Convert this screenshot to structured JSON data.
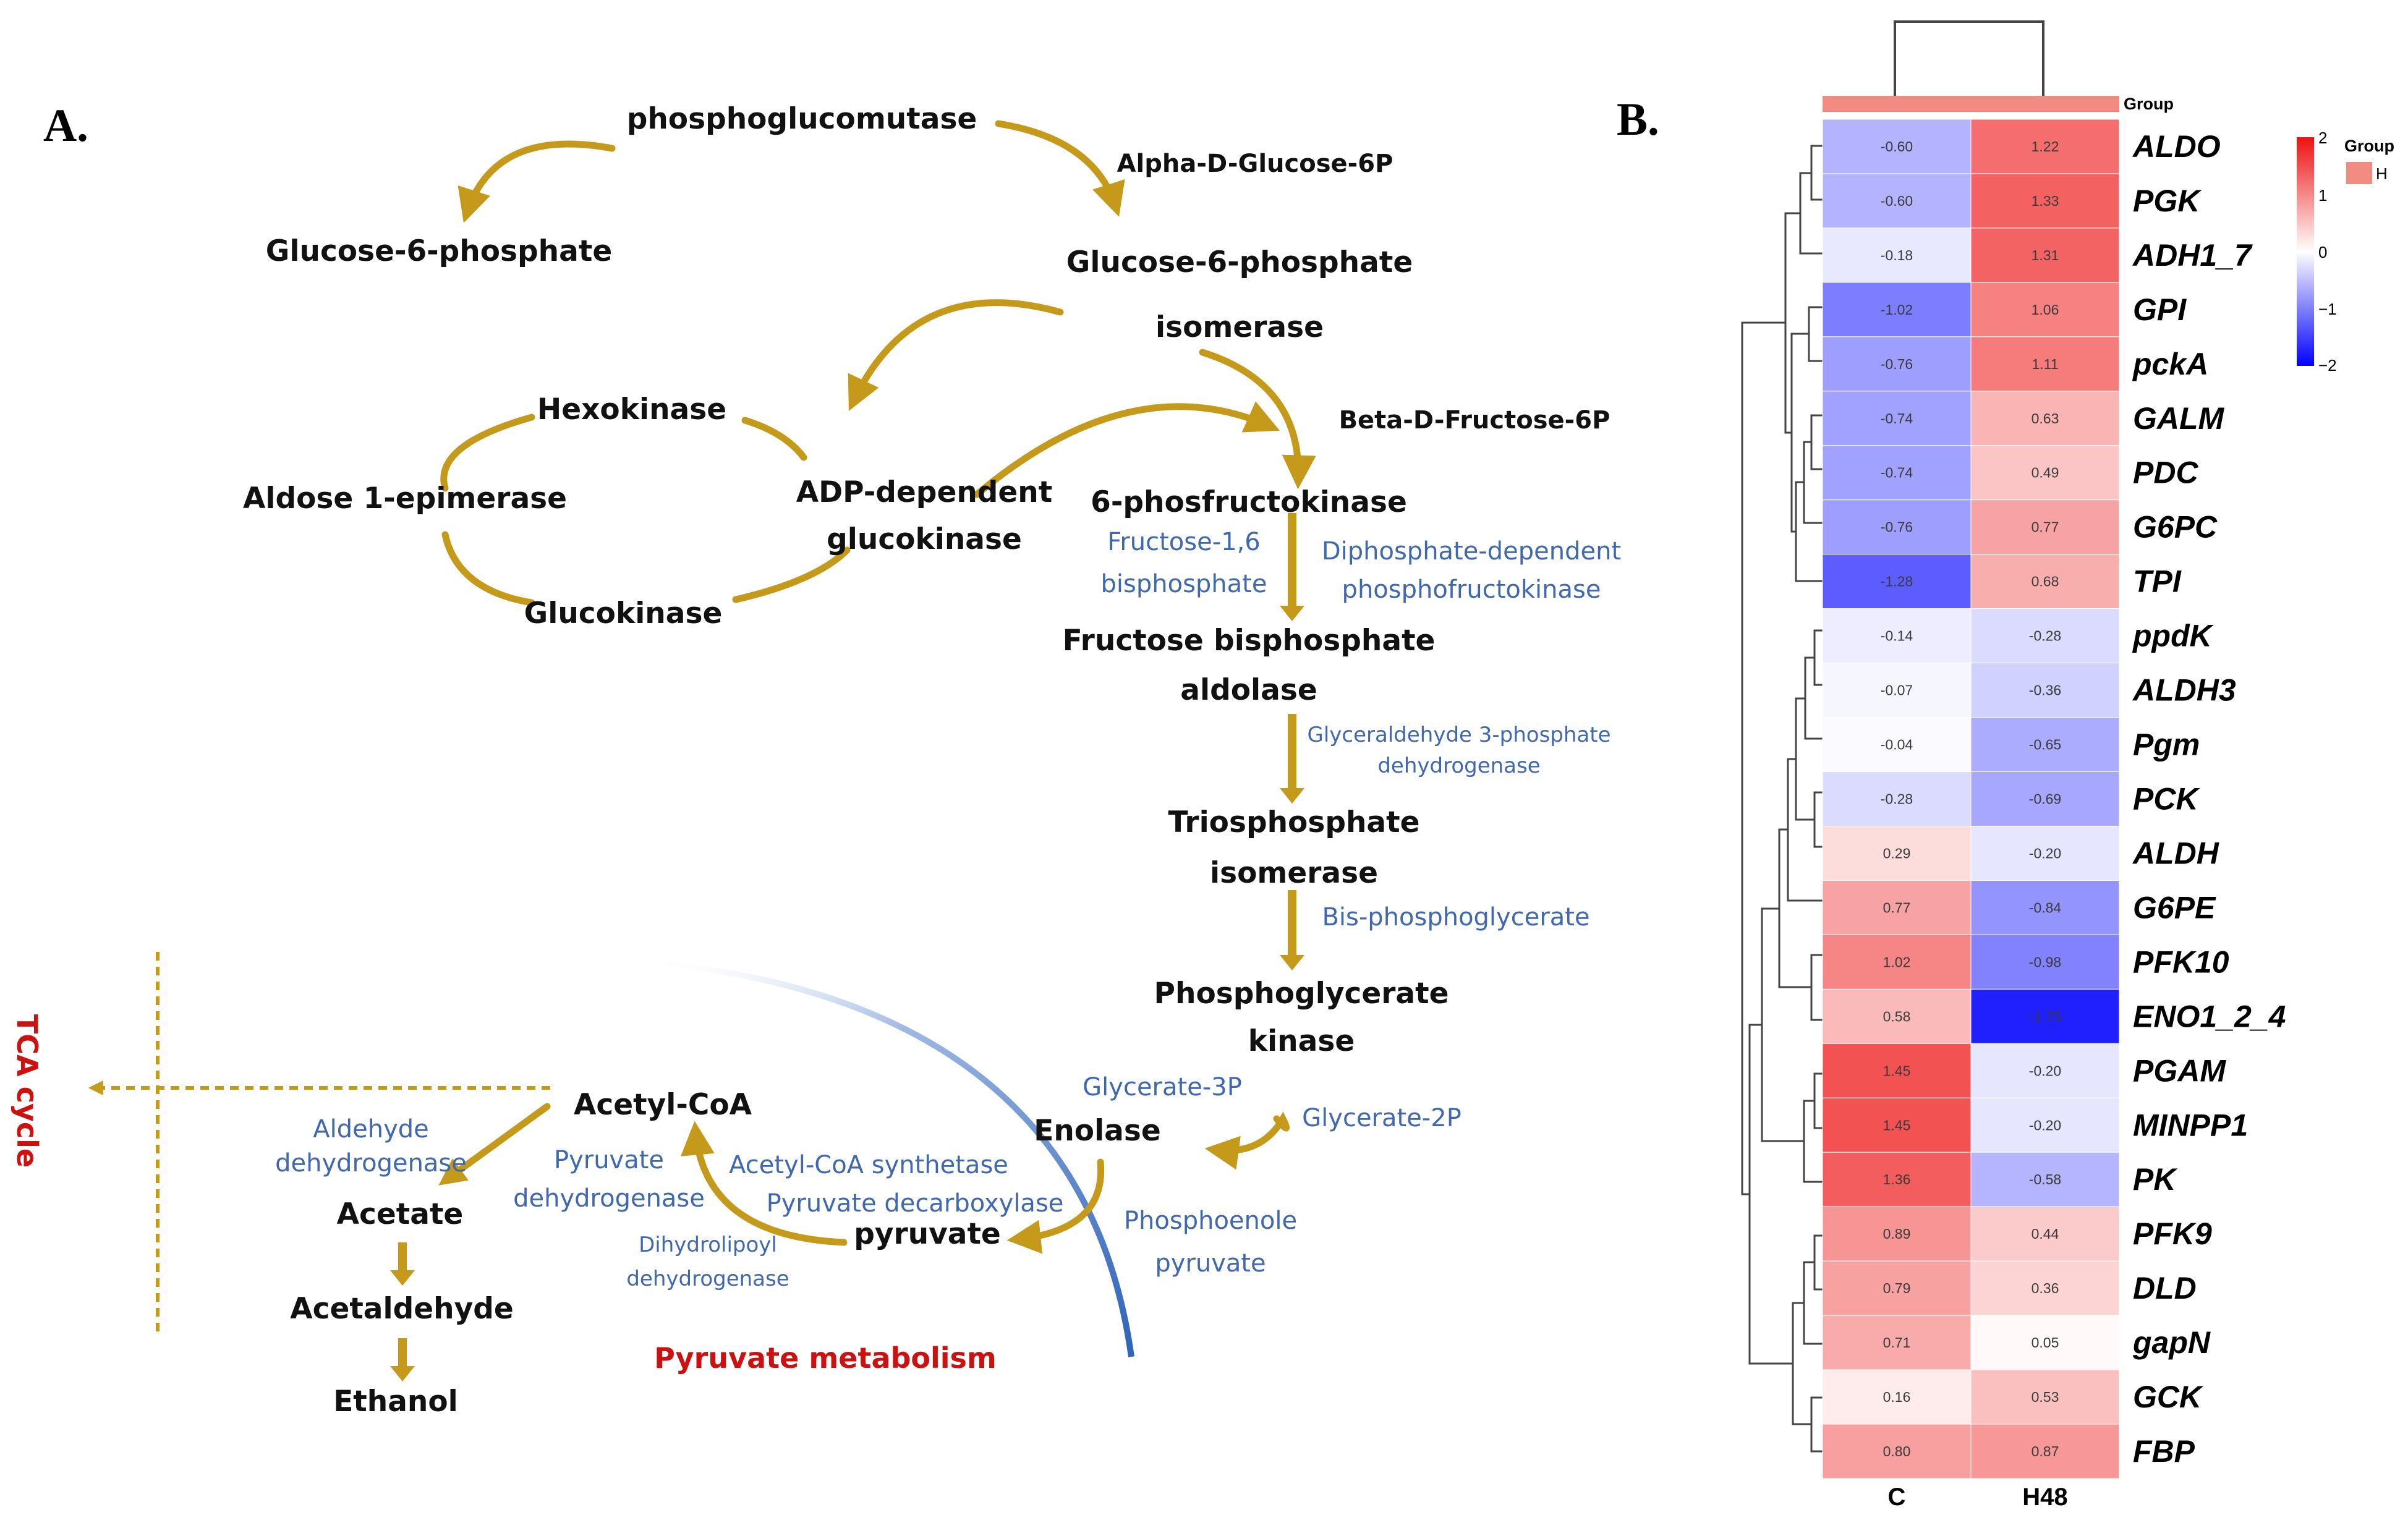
{
  "panel_a": {
    "label": "A.",
    "nodes": {
      "phosphoglucomutase": "phosphoglucomutase",
      "alpha_d_glucose_6p": "Alpha-D-Glucose-6P",
      "glucose6p_left": "Glucose-6-phosphate",
      "glucose6p_isomerase_1": "Glucose-6-phosphate",
      "glucose6p_isomerase_2": "isomerase",
      "hexokinase": "Hexokinase",
      "aldose_epimerase": "Aldose 1-epimerase",
      "glucokinase": "Glucokinase",
      "adp_gk_1": "ADP-dependent",
      "adp_gk_2": "glucokinase",
      "beta_d_fructose_6p": "Beta-D-Fructose-6P",
      "phosfructokinase": "6-phosfructokinase",
      "fructose16_1": "Fructose-1,6",
      "fructose16_2": "bisphosphate",
      "diphosphate_1": "Diphosphate-dependent",
      "diphosphate_2": "phosphofructokinase",
      "fba_1": "Fructose bisphosphate",
      "fba_2": "aldolase",
      "g3p_dh_1": "Glyceraldehyde 3-phosphate",
      "g3p_dh_2": "dehydrogenase",
      "tpi_1": "Triosphosphate",
      "tpi_2": "isomerase",
      "bis_pg": "Bis-phosphoglycerate",
      "pgk_1": "Phosphoglycerate",
      "pgk_2": "kinase",
      "glycerate_3p": "Glycerate-3P",
      "glycerate_2p": "Glycerate-2P",
      "enolase": "Enolase",
      "pep_1": "Phosphoenole",
      "pep_2": "pyruvate",
      "pyruvate": "pyruvate",
      "acetyl_coa": "Acetyl-CoA",
      "acetyl_coa_synthetase": "Acetyl-CoA synthetase",
      "pyruvate_decarboxylase": "Pyruvate decarboxylase",
      "pyruvate_dh_1": "Pyruvate",
      "pyruvate_dh_2": "dehydrogenase",
      "dihydrolipoyl_1": "Dihydrolipoyl",
      "dihydrolipoyl_2": "dehydrogenase",
      "aldehyde_dh_1": "Aldehyde",
      "aldehyde_dh_2": "dehydrogenase",
      "acetate": "Acetate",
      "acetaldehyde": "Acetaldehyde",
      "ethanol": "Ethanol",
      "tca": "TCA cycle",
      "pyruvate_metabolism": "Pyruvate metabolism"
    },
    "colors": {
      "arrow": "#c59a1a",
      "enzyme_blue": "#3f68b0",
      "highlight_red": "#cc1111",
      "arc": "#3f73c0"
    }
  },
  "panel_b": {
    "label": "B.",
    "group_label": "Group",
    "legend_title": "Group",
    "legend_item": "H",
    "columns": [
      "C",
      "H48"
    ],
    "color_scale": {
      "min": -2,
      "max": 2,
      "low": "#0000ff",
      "mid": "#ffffff",
      "high": "#ee1111",
      "ticks": [
        "2",
        "1",
        "0",
        "−1",
        "−2"
      ]
    }
  },
  "chart_data": {
    "type": "heatmap",
    "title": "",
    "columns": [
      "C",
      "H48"
    ],
    "rows": [
      {
        "gene": "ALDO",
        "values": [
          -0.6,
          1.22
        ],
        "labels": [
          "-0.60",
          "1.22"
        ]
      },
      {
        "gene": "PGK",
        "values": [
          -0.6,
          1.33
        ],
        "labels": [
          "-0.60",
          "1.33"
        ]
      },
      {
        "gene": "ADH1_7",
        "values": [
          -0.18,
          1.31
        ],
        "labels": [
          "-0.18",
          "1.31"
        ]
      },
      {
        "gene": "GPI",
        "values": [
          -1.02,
          1.06
        ],
        "labels": [
          "-1.02",
          "1.06"
        ]
      },
      {
        "gene": "pckA",
        "values": [
          -0.76,
          1.11
        ],
        "labels": [
          "-0.76",
          "1.11"
        ]
      },
      {
        "gene": "GALM",
        "values": [
          -0.74,
          0.63
        ],
        "labels": [
          "-0.74",
          "0.63"
        ]
      },
      {
        "gene": "PDC",
        "values": [
          -0.74,
          0.49
        ],
        "labels": [
          "-0.74",
          "0.49"
        ]
      },
      {
        "gene": "G6PC",
        "values": [
          -0.76,
          0.77
        ],
        "labels": [
          "-0.76",
          "0.77"
        ]
      },
      {
        "gene": "TPI",
        "values": [
          -1.28,
          0.68
        ],
        "labels": [
          "-1.28",
          "0.68"
        ]
      },
      {
        "gene": "ppdK",
        "values": [
          -0.14,
          -0.28
        ],
        "labels": [
          "-0.14",
          "-0.28"
        ]
      },
      {
        "gene": "ALDH3",
        "values": [
          -0.07,
          -0.36
        ],
        "labels": [
          "-0.07",
          "-0.36"
        ]
      },
      {
        "gene": "Pgm",
        "values": [
          -0.04,
          -0.65
        ],
        "labels": [
          "-0.04",
          "-0.65"
        ]
      },
      {
        "gene": "PCK",
        "values": [
          -0.28,
          -0.69
        ],
        "labels": [
          "-0.28",
          "-0.69"
        ]
      },
      {
        "gene": "ALDH",
        "values": [
          0.29,
          -0.2
        ],
        "labels": [
          "0.29",
          "-0.20"
        ]
      },
      {
        "gene": "G6PE",
        "values": [
          0.77,
          -0.84
        ],
        "labels": [
          "0.77",
          "-0.84"
        ]
      },
      {
        "gene": "PFK10",
        "values": [
          1.02,
          -0.98
        ],
        "labels": [
          "1.02",
          "-0.98"
        ]
      },
      {
        "gene": "ENO1_2_4",
        "values": [
          0.58,
          -1.75
        ],
        "labels": [
          "0.58",
          "-1.75"
        ]
      },
      {
        "gene": "PGAM",
        "values": [
          1.45,
          -0.2
        ],
        "labels": [
          "1.45",
          "-0.20"
        ]
      },
      {
        "gene": "MINPP1",
        "values": [
          1.45,
          -0.2
        ],
        "labels": [
          "1.45",
          "-0.20"
        ]
      },
      {
        "gene": "PK",
        "values": [
          1.36,
          -0.58
        ],
        "labels": [
          "1.36",
          "-0.58"
        ]
      },
      {
        "gene": "PFK9",
        "values": [
          0.89,
          0.44
        ],
        "labels": [
          "0.89",
          "0.44"
        ]
      },
      {
        "gene": "DLD",
        "values": [
          0.79,
          0.36
        ],
        "labels": [
          "0.79",
          "0.36"
        ]
      },
      {
        "gene": "gapN",
        "values": [
          0.71,
          0.05
        ],
        "labels": [
          "0.71",
          "0.05"
        ]
      },
      {
        "gene": "GCK",
        "values": [
          0.16,
          0.53
        ],
        "labels": [
          "0.16",
          "0.53"
        ]
      },
      {
        "gene": "FBP",
        "values": [
          0.8,
          0.87
        ],
        "labels": [
          "0.80",
          "0.87"
        ]
      }
    ]
  }
}
